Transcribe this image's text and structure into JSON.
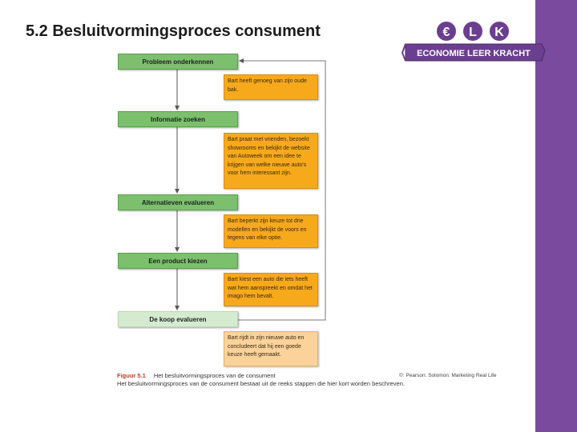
{
  "slide": {
    "title": "5.2 Besluitvormingsproces consument"
  },
  "logo": {
    "letters": [
      "€",
      "L",
      "K"
    ],
    "tagline": "ECONOMIE LEER KRACHT",
    "color": "#6b3f8f"
  },
  "diagram": {
    "steps": [
      "Probleem onderkennen",
      "Informatie zoeken",
      "Alternatieven evalueren",
      "Een product kiezen",
      "De koop evalueren"
    ],
    "notes": [
      "Bart heeft genoeg van zijn oude bak.",
      "Bart praat met vrienden, bezoekt showrooms en bekijkt de website van Autoweek om een idee te krijgen van welke nieuwe auto's voor hem interessant zijn.",
      "Bart beperkt zijn keuze tot drie modellen en bekijkt de voors en tegens van elke optie.",
      "Bart kiest een auto die iets heeft wat hem aanspreekt en omdat het imago hem bevalt.",
      "Bart rijdt in zijn nieuwe auto en concludeert dat hij een goede keuze heeft gemaakt."
    ],
    "colors": {
      "step": "#7cc06e",
      "note": "#f6a91b"
    }
  },
  "caption": {
    "figure_number": "Figuur 5.1",
    "figure_title": "Het besluitvormingsproces van de consument",
    "description": "Het besluitvormingsproces van de consument bestaat uit de reeks stappen die hier kort worden beschreven."
  },
  "credit": "©: Pearson: Solomon: Marketing Real Life"
}
